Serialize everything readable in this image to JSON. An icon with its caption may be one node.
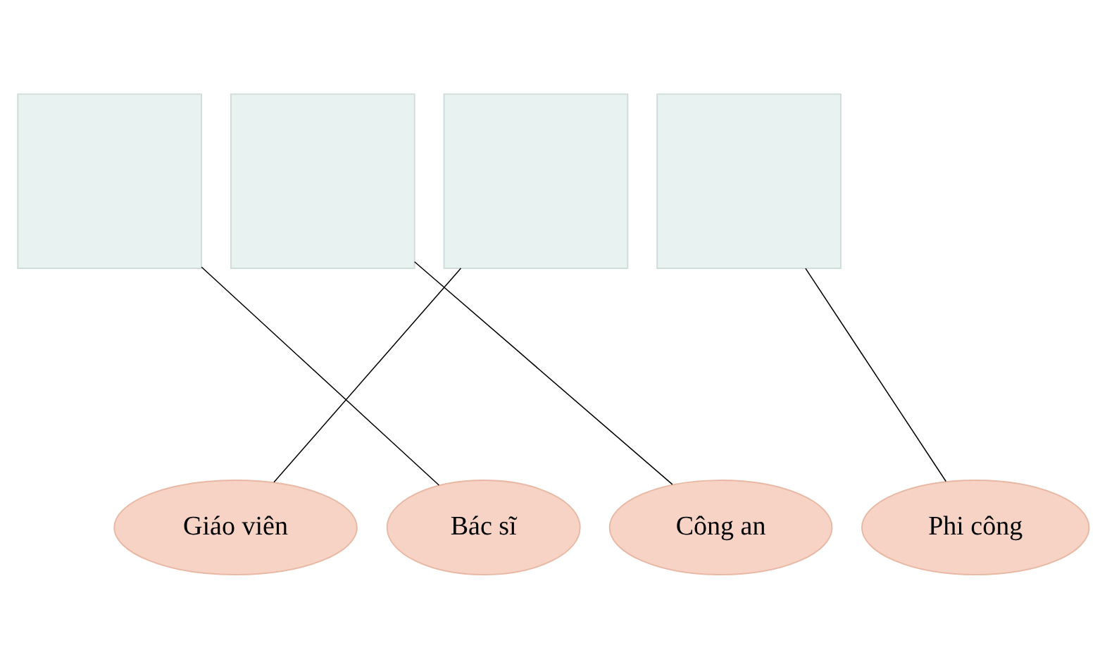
{
  "diagram": {
    "nodes": [
      {
        "text": [],
        "shape": "box"
      },
      {
        "text": [],
        "shape": "box"
      },
      {
        "text": [],
        "shape": "box"
      },
      {
        "text": [],
        "shape": "box"
      },
      {
        "text": [
          "Giáo viên"
        ]
      },
      {
        "text": [
          "Bác sĩ"
        ]
      },
      {
        "text": [
          "Công an"
        ]
      },
      {
        "text": [
          "Phi công"
        ]
      }
    ],
    "edges": [
      {
        "from": 0,
        "to": 5,
        "arrow": "none"
      },
      {
        "from": 1,
        "to": 6,
        "arrow": "none"
      },
      {
        "from": 2,
        "to": 4,
        "arrow": "none"
      },
      {
        "from": 3,
        "to": 7,
        "arrow": "none"
      }
    ]
  }
}
